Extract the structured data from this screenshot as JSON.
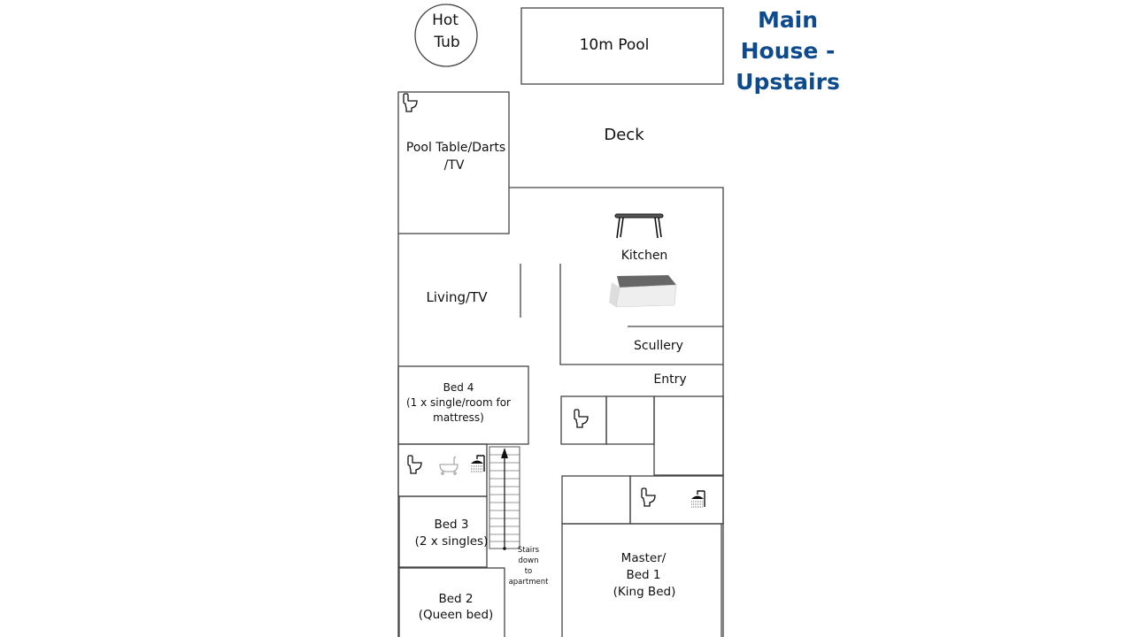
{
  "title": {
    "lines": [
      "Main",
      "House -",
      "Upstairs"
    ],
    "color": "#0e4a8e"
  },
  "rooms": {
    "hot_tub": [
      "Hot",
      "Tub"
    ],
    "pool": "10m Pool",
    "deck": "Deck",
    "pool_table": [
      "Pool Table/Darts",
      "/TV"
    ],
    "kitchen": "Kitchen",
    "living": "Living/TV",
    "scullery": "Scullery",
    "entry": "Entry",
    "bed4": [
      "Bed 4",
      "(1 x single/room for",
      "mattress)"
    ],
    "bed3": [
      "Bed 3",
      "(2 x singles)"
    ],
    "bed2": [
      "Bed 2",
      "(Queen bed)"
    ],
    "master": [
      "Master/",
      "Bed 1",
      "(King Bed)"
    ],
    "stairs": [
      "Stairs",
      "down",
      "to",
      "apartment"
    ]
  },
  "icons": [
    "toilet-icon",
    "bathtub-icon",
    "shower-icon",
    "table-icon",
    "kitchen-island-icon",
    "stairs-arrow-icon"
  ]
}
